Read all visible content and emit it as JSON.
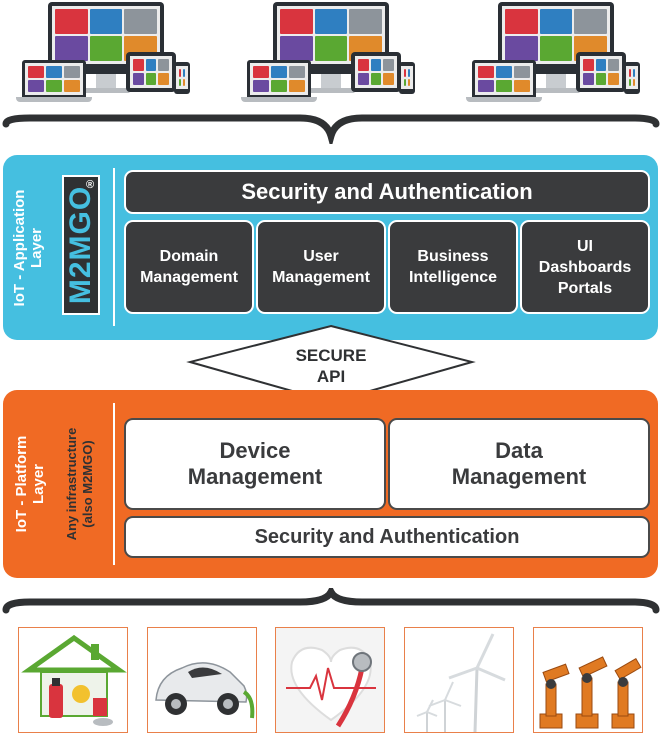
{
  "application_layer": {
    "label": "IoT - Application Layer",
    "logo_text": "M2MGO",
    "logo_registered": "®",
    "security_bar": "Security and Authentication",
    "modules": [
      "Domain Management",
      "User Management",
      "Business Intelligence",
      "UI Dashboards Portals"
    ]
  },
  "secure_api": {
    "line1": "SECURE",
    "line2": "API"
  },
  "platform_layer": {
    "label_line1": "IoT - Platform",
    "label_line2": "Layer",
    "sublabel_line1": "Any infrastructure",
    "sublabel_line2": "(also M2MGO)",
    "modules": [
      "Device Management",
      "Data Management"
    ],
    "security_bar": "Security and Authentication"
  },
  "colors": {
    "application_layer": "#45bfe0",
    "platform_layer": "#f06a24",
    "dark_box": "#3a3b3d"
  },
  "device_groups": [
    "device-group-left",
    "device-group-center",
    "device-group-right"
  ],
  "use_case_images": [
    "smart-home-image",
    "electric-car-image",
    "health-heart-image",
    "wind-turbines-image",
    "industrial-robots-image"
  ]
}
